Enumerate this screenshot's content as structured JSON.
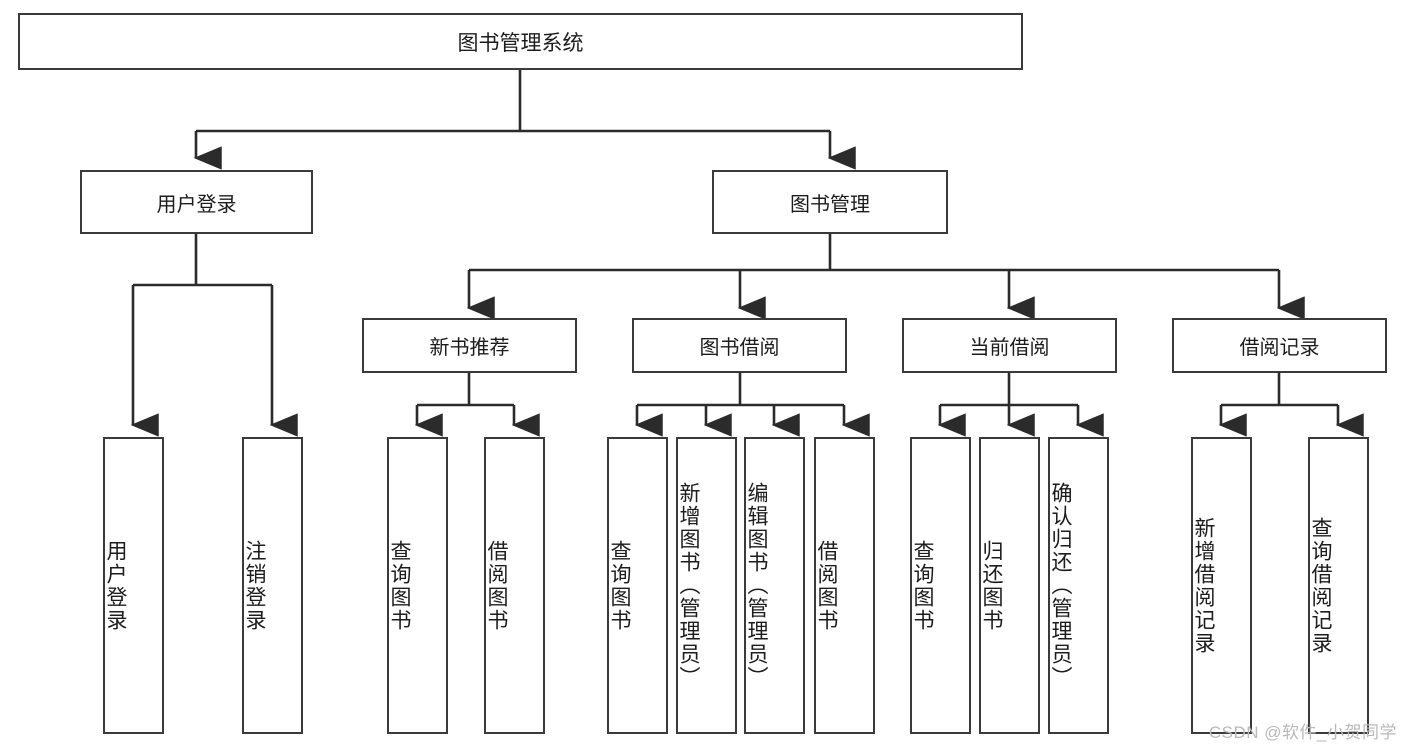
{
  "diagram": {
    "type": "tree-hierarchy-functional-decomposition",
    "title": "图书管理系统",
    "colors": {
      "box_stroke": "#3a3a3a",
      "box_fill": "#ffffff",
      "connector": "#2b2b2b",
      "text": "#1c1c1c",
      "watermark": "#b9b9b9",
      "background": "#ffffff"
    },
    "root": {
      "label": "图书管理系统"
    },
    "level2": [
      {
        "label": "用户登录"
      },
      {
        "label": "图书管理"
      }
    ],
    "level3": [
      {
        "label": "新书推荐"
      },
      {
        "label": "图书借阅"
      },
      {
        "label": "当前借阅"
      },
      {
        "label": "借阅记录"
      }
    ],
    "leaves": {
      "user_login": [
        {
          "label": "用户登录"
        },
        {
          "label": "注销登录"
        }
      ],
      "new_book_recommend": [
        {
          "label": "查询图书"
        },
        {
          "label": "借阅图书"
        }
      ],
      "book_borrow": [
        {
          "label": "查询图书"
        },
        {
          "label": "新增图书（管理员）"
        },
        {
          "label": "编辑图书（管理员）"
        },
        {
          "label": "借阅图书"
        }
      ],
      "current_borrow": [
        {
          "label": "查询图书"
        },
        {
          "label": "归还图书"
        },
        {
          "label": "确认归还（管理员）"
        }
      ],
      "borrow_record": [
        {
          "label": "新增借阅记录"
        },
        {
          "label": "查询借阅记录"
        }
      ]
    }
  },
  "watermark": {
    "text": "CSDN @软件_小贺同学"
  }
}
